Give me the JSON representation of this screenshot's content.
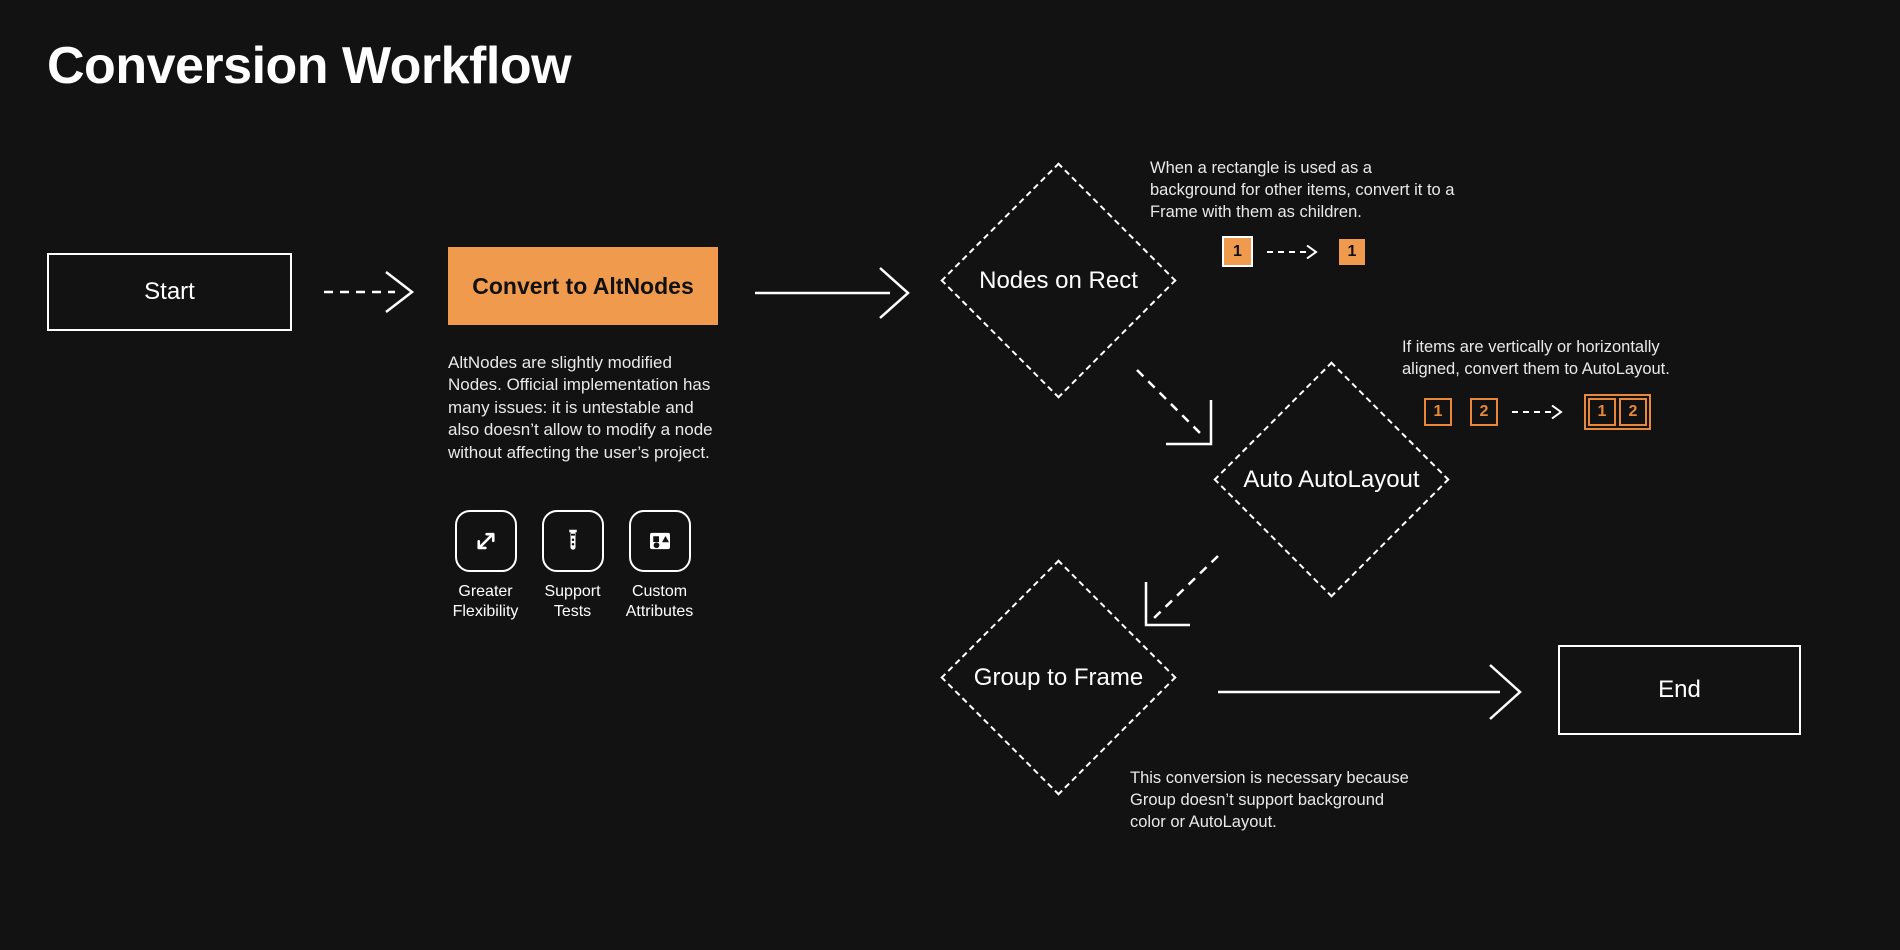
{
  "page": {
    "title": "Conversion Workflow",
    "background_color": "#121212",
    "accent_color": "#F09A4E",
    "accent_outline_color": "#E8883A",
    "text_color": "#ffffff"
  },
  "nodes": {
    "start": {
      "label": "Start",
      "shape": "rectangle"
    },
    "convert": {
      "label": "Convert to AltNodes",
      "shape": "rectangle-filled"
    },
    "nodes_on_rect": {
      "label": "Nodes on Rect",
      "shape": "diamond"
    },
    "auto_autolayout": {
      "label": "Auto AutoLayout",
      "shape": "diamond"
    },
    "group_to_frame": {
      "label": "Group to Frame",
      "shape": "diamond"
    },
    "end": {
      "label": "End",
      "shape": "rectangle"
    }
  },
  "convert_details": {
    "description": "AltNodes are slightly modified Nodes. Official implementation has many issues: it is untestable and also doesn’t allow to modify a node without affecting the user’s project.",
    "features": [
      {
        "icon": "expand-arrows-icon",
        "label": "Greater Flexibility"
      },
      {
        "icon": "test-tube-icon",
        "label": "Support Tests"
      },
      {
        "icon": "shapes-icon",
        "label": "Custom Attributes"
      }
    ]
  },
  "annotations": {
    "nodes_on_rect": {
      "text": "When a rectangle is used as a background for other items, convert it to a Frame with them as children.",
      "before": [
        {
          "value": "1",
          "style": "filled-bordered"
        }
      ],
      "after": [
        {
          "value": "1",
          "style": "filled"
        }
      ]
    },
    "auto_autolayout": {
      "text": "If items are vertically or horizontally aligned, convert them to AutoLayout.",
      "before": [
        {
          "value": "1",
          "style": "outlined"
        },
        {
          "value": "2",
          "style": "outlined"
        }
      ],
      "after": [
        {
          "value": "1",
          "style": "outlined"
        },
        {
          "value": "2",
          "style": "outlined"
        }
      ],
      "after_grouped": true
    },
    "group_to_frame": {
      "text": "This conversion is necessary because Group doesn’t support background color or AutoLayout."
    }
  },
  "edges": [
    {
      "from": "start",
      "to": "convert",
      "style": "dashed"
    },
    {
      "from": "convert",
      "to": "nodes_on_rect",
      "style": "solid"
    },
    {
      "from": "nodes_on_rect",
      "to": "auto_autolayout",
      "style": "dashed-elbow"
    },
    {
      "from": "auto_autolayout",
      "to": "group_to_frame",
      "style": "dashed-elbow"
    },
    {
      "from": "group_to_frame",
      "to": "end",
      "style": "solid"
    }
  ]
}
